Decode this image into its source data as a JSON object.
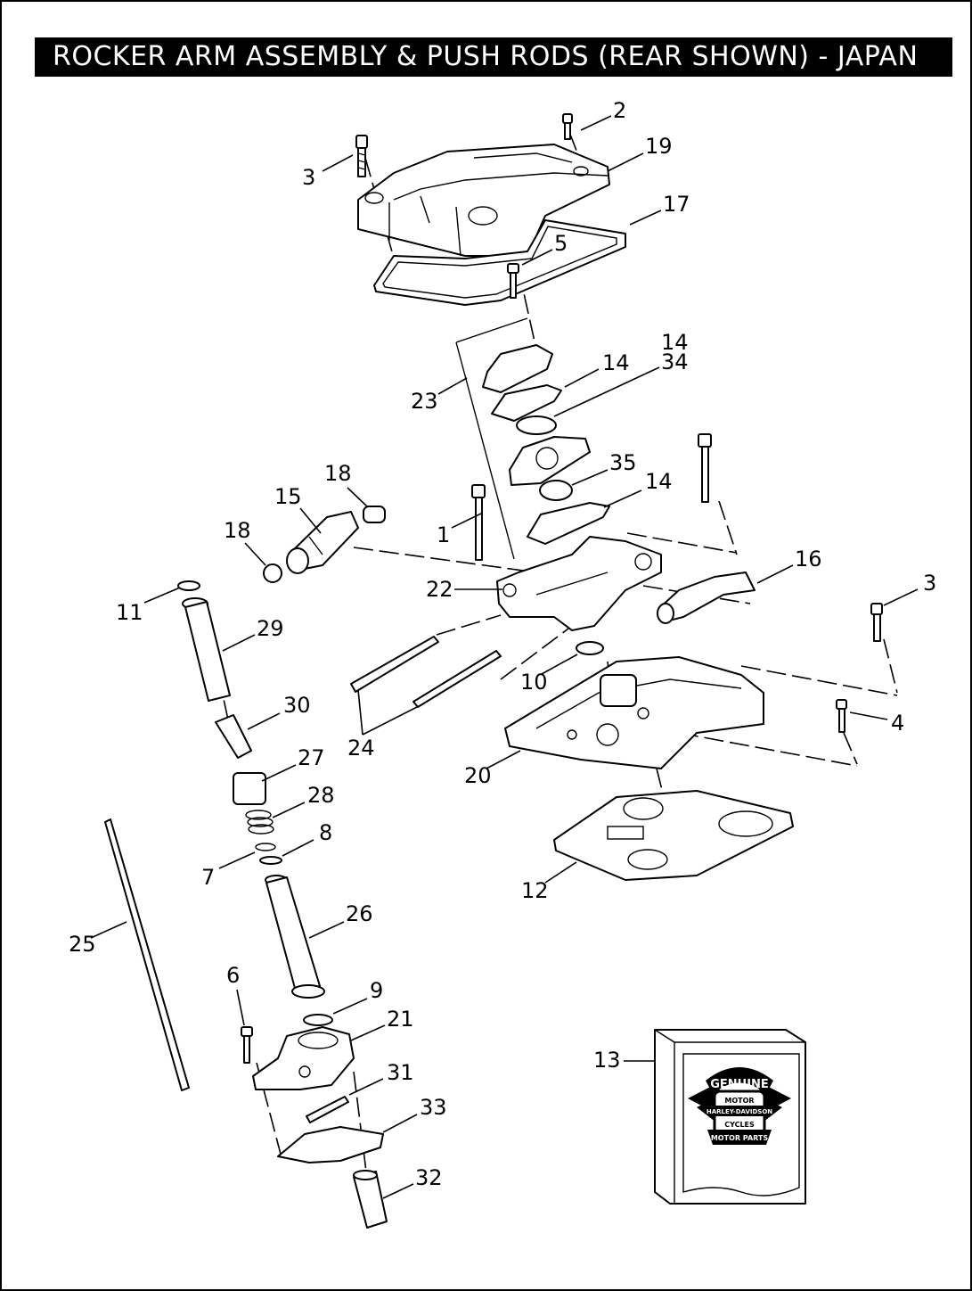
{
  "title": "ROCKER ARM ASSEMBLY & PUSH RODS (REAR SHOWN) -  JAPAN",
  "callouts": [
    {
      "id": "c2",
      "label": "2"
    },
    {
      "id": "c19",
      "label": "19"
    },
    {
      "id": "c3a",
      "label": "3"
    },
    {
      "id": "c17",
      "label": "17"
    },
    {
      "id": "c5",
      "label": "5"
    },
    {
      "id": "c14a",
      "label": "14"
    },
    {
      "id": "c34",
      "label": "34"
    },
    {
      "id": "c14b",
      "label": "14"
    },
    {
      "id": "c23",
      "label": "23"
    },
    {
      "id": "c18a",
      "label": "18"
    },
    {
      "id": "c35",
      "label": "35"
    },
    {
      "id": "c15",
      "label": "15"
    },
    {
      "id": "c14c",
      "label": "14"
    },
    {
      "id": "c18b",
      "label": "18"
    },
    {
      "id": "c1",
      "label": "1"
    },
    {
      "id": "c16",
      "label": "16"
    },
    {
      "id": "c3b",
      "label": "3"
    },
    {
      "id": "c22",
      "label": "22"
    },
    {
      "id": "c11",
      "label": "11"
    },
    {
      "id": "c29",
      "label": "29"
    },
    {
      "id": "c10",
      "label": "10"
    },
    {
      "id": "c30",
      "label": "30"
    },
    {
      "id": "c4",
      "label": "4"
    },
    {
      "id": "c24",
      "label": "24"
    },
    {
      "id": "c27",
      "label": "27"
    },
    {
      "id": "c20",
      "label": "20"
    },
    {
      "id": "c28",
      "label": "28"
    },
    {
      "id": "c8",
      "label": "8"
    },
    {
      "id": "c7",
      "label": "7"
    },
    {
      "id": "c12",
      "label": "12"
    },
    {
      "id": "c26",
      "label": "26"
    },
    {
      "id": "c25",
      "label": "25"
    },
    {
      "id": "c6",
      "label": "6"
    },
    {
      "id": "c9",
      "label": "9"
    },
    {
      "id": "c21",
      "label": "21"
    },
    {
      "id": "c31",
      "label": "31"
    },
    {
      "id": "c13",
      "label": "13"
    },
    {
      "id": "c33",
      "label": "33"
    },
    {
      "id": "c32",
      "label": "32"
    }
  ],
  "logo": {
    "top_text": "GENUINE",
    "motor_text": "MOTOR",
    "brand_text": "HARLEY-DAVIDSON",
    "cycles_text": "CYCLES",
    "bottom_text": "MOTOR PARTS"
  }
}
